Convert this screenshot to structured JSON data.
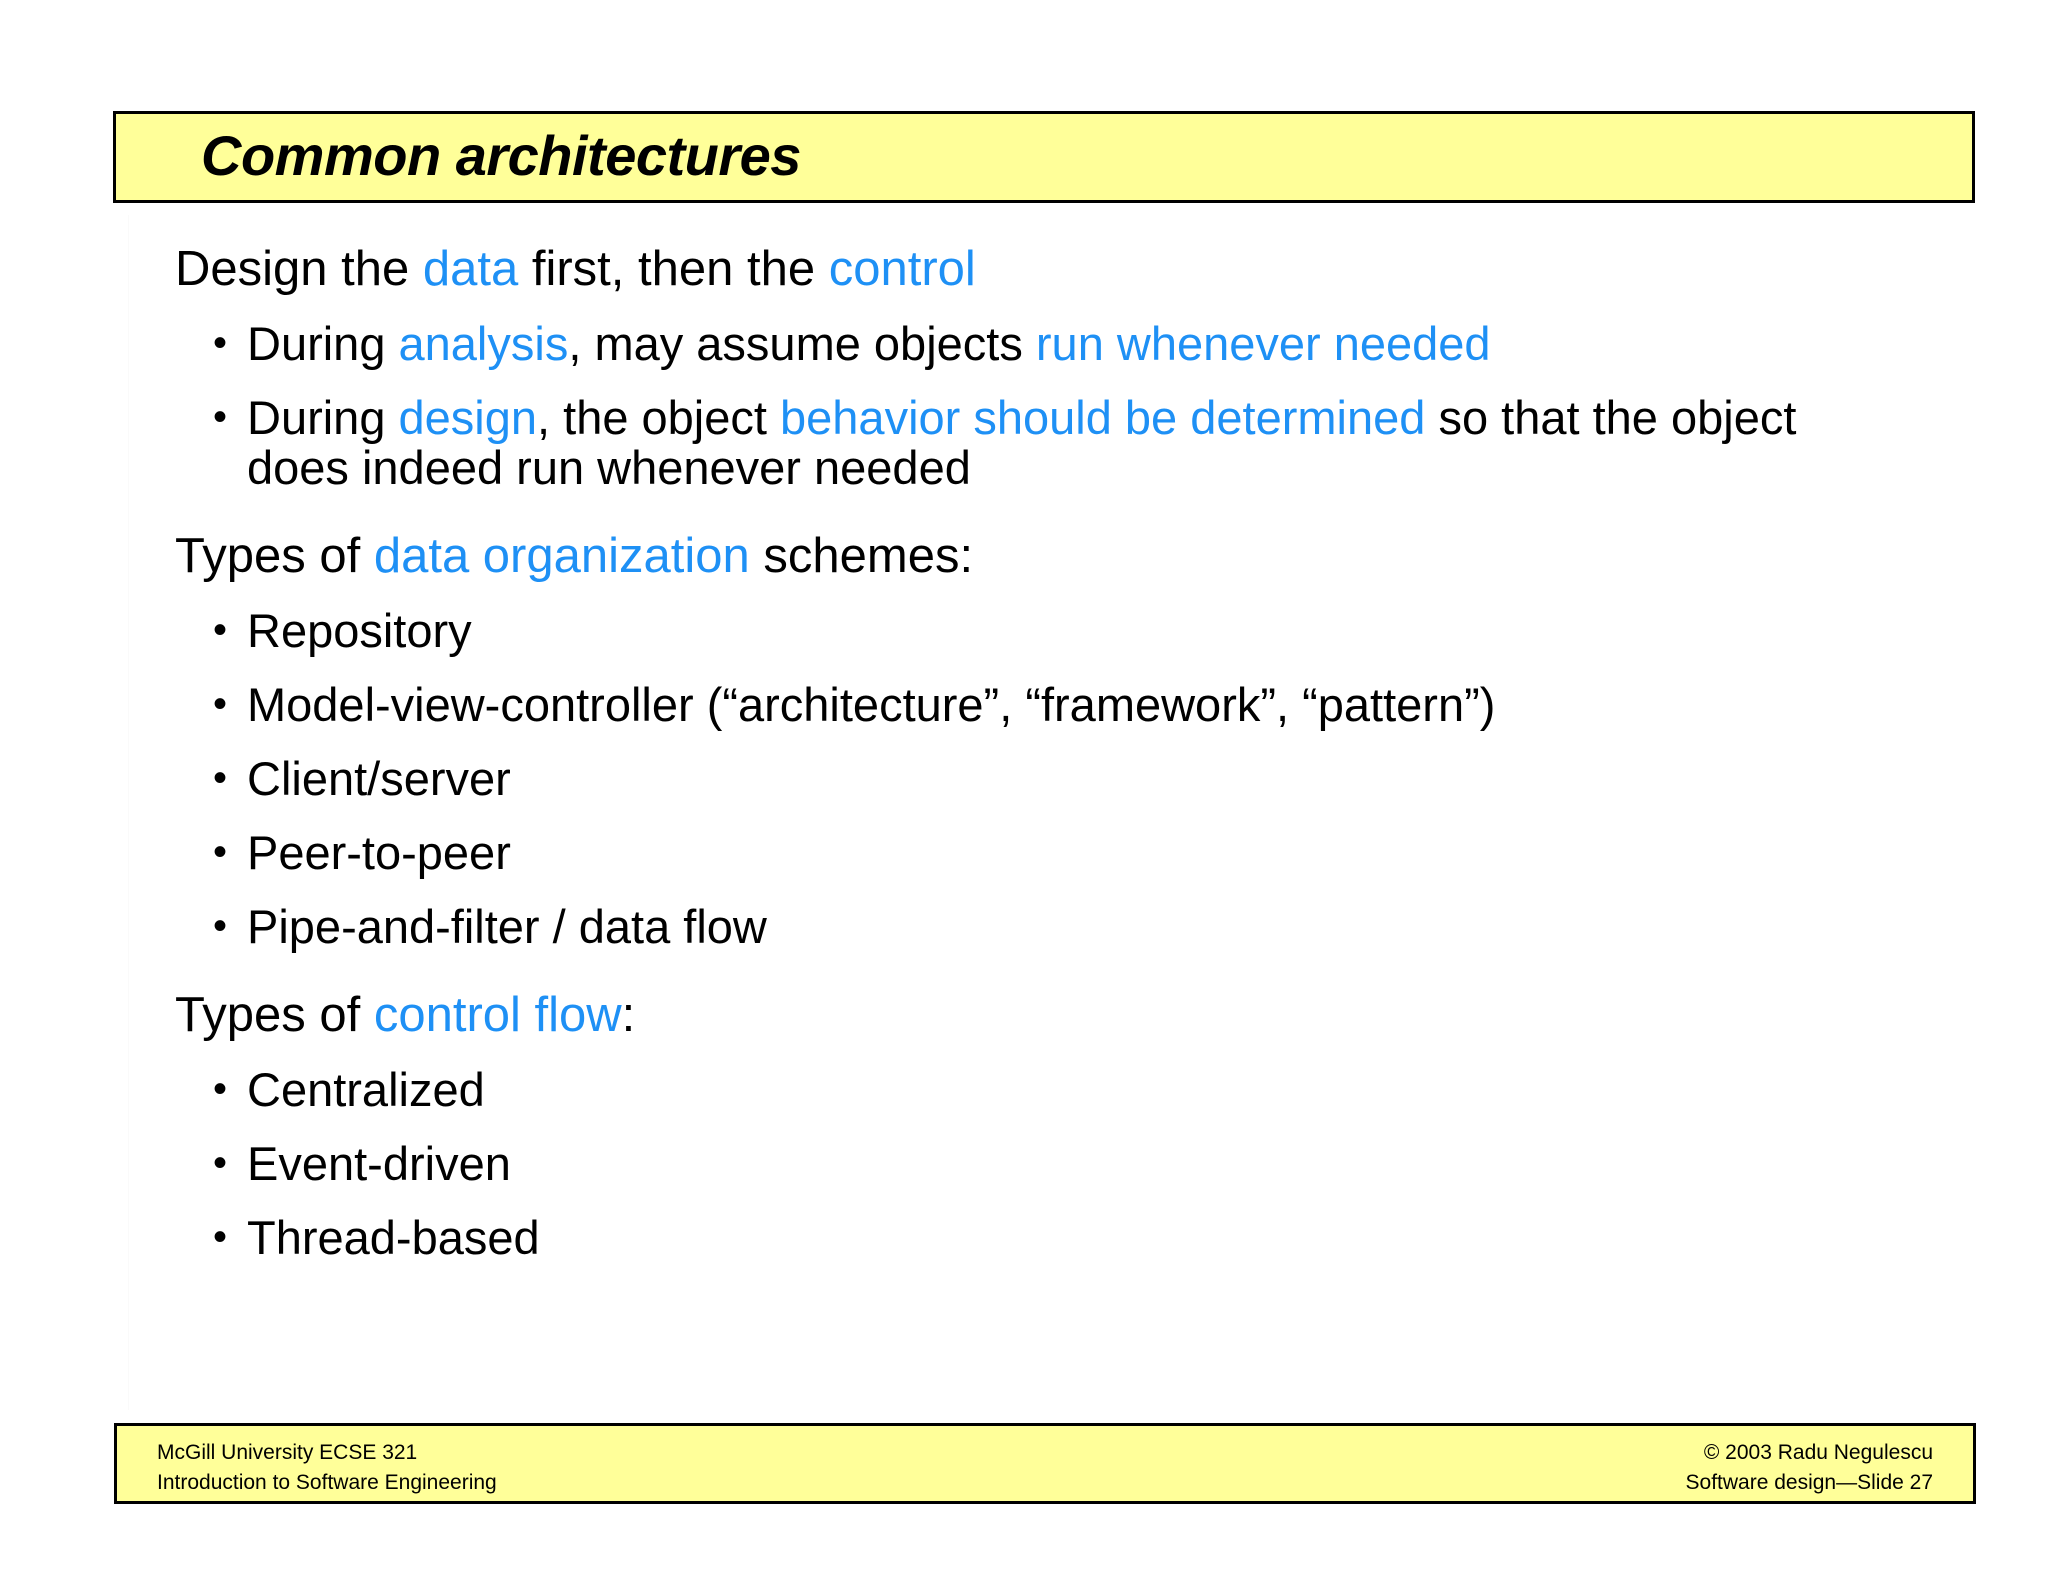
{
  "slide": {
    "title": "Common architectures",
    "colors": {
      "title_bg": "#ffff99",
      "footer_bg": "#ffff99",
      "accent_blue": "#1e90f5",
      "text": "#000000",
      "border": "#000000",
      "page_bg": "#ffffff"
    }
  },
  "content": {
    "section1": {
      "heading": {
        "part1": "Design the ",
        "emph1": "data",
        "part2": " first, then the ",
        "emph2": "control"
      },
      "bullets": [
        {
          "bullet_glyph": "•",
          "part1": "During ",
          "emph1": "analysis",
          "part2": ", may assume objects ",
          "emph2": "run whenever needed",
          "part3": ""
        },
        {
          "bullet_glyph": "•",
          "part1": "During ",
          "emph1": "design",
          "part2": ", the object ",
          "emph2": "behavior should be determined",
          "part3": " so that the object does indeed run whenever needed"
        }
      ]
    },
    "section2": {
      "heading": {
        "part1": "Types of ",
        "emph1": "data organization",
        "part2": " schemes:"
      },
      "bullets": [
        {
          "bullet_glyph": "•",
          "label": "Repository"
        },
        {
          "bullet_glyph": "•",
          "label": "Model-view-controller (“architecture”, “framework”, “pattern”)"
        },
        {
          "bullet_glyph": "•",
          "label": "Client/server"
        },
        {
          "bullet_glyph": "•",
          "label": "Peer-to-peer"
        },
        {
          "bullet_glyph": "•",
          "label": "Pipe-and-filter / data flow"
        }
      ]
    },
    "section3": {
      "heading": {
        "part1": "Types of ",
        "emph1": "control flow",
        "part2": ":"
      },
      "bullets": [
        {
          "bullet_glyph": "•",
          "label": "Centralized"
        },
        {
          "bullet_glyph": "•",
          "label": "Event-driven"
        },
        {
          "bullet_glyph": "•",
          "label": "Thread-based"
        }
      ]
    }
  },
  "footer": {
    "left_line1": "McGill University ECSE 321",
    "left_line2": "Introduction to Software Engineering",
    "right_line1": "© 2003 Radu Negulescu",
    "right_line2": "Software design—Slide 27"
  }
}
